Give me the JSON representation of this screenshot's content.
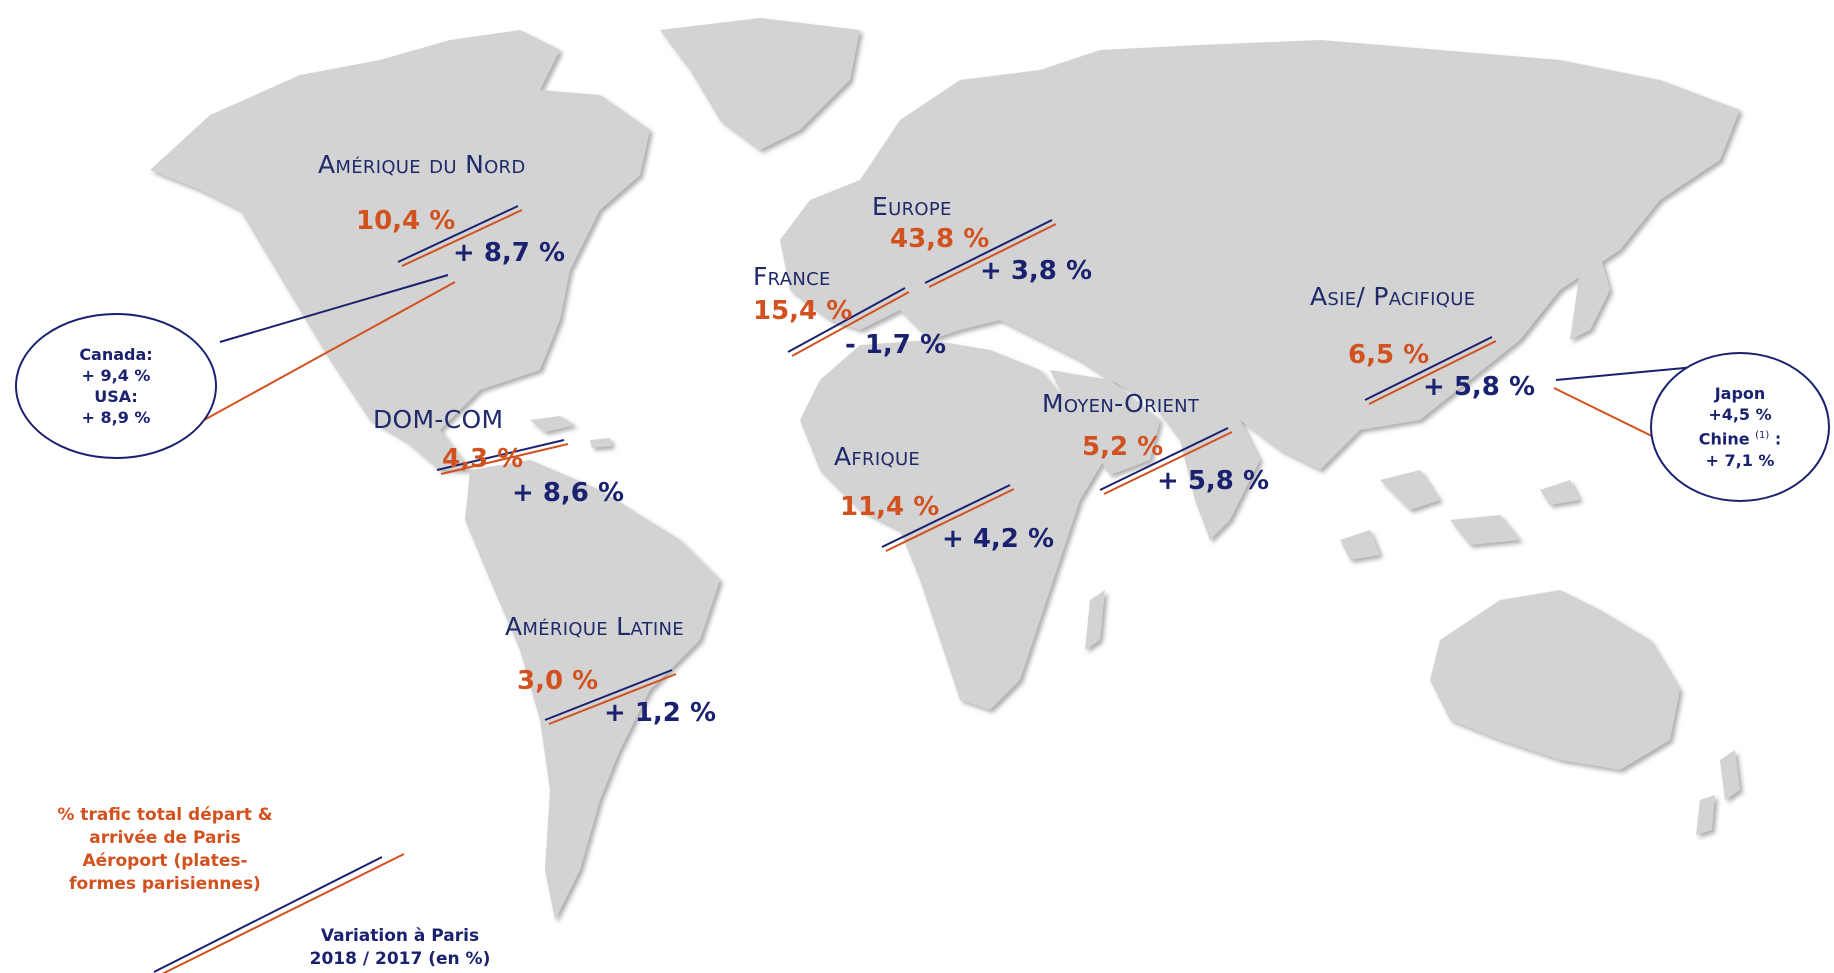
{
  "colors": {
    "share": "#d2521f",
    "variation": "#1a2270",
    "land": "#d3d3d3",
    "land_shadow": "#b9b9b9"
  },
  "regions": {
    "amerique_du_nord": {
      "name": "Amérique du Nord",
      "share": "10,4 %",
      "variation": "+ 8,7 %"
    },
    "europe": {
      "name": "Europe",
      "share": "43,8 %",
      "variation": "+ 3,8 %"
    },
    "france": {
      "name": "France",
      "share": "15,4 %",
      "variation": "- 1,7 %"
    },
    "asie_pacifique": {
      "name": "Asie/ Pacifique",
      "share": "6,5 %",
      "variation": "+ 5,8 %"
    },
    "dom_com": {
      "name": "DOM-COM",
      "share": "4,3 %",
      "variation": "+ 8,6 %"
    },
    "moyen_orient": {
      "name": "Moyen-Orient",
      "share": "5,2 %",
      "variation": "+ 5,8 %"
    },
    "afrique": {
      "name": "Afrique",
      "share": "11,4 %",
      "variation": "+ 4,2 %"
    },
    "amerique_latine": {
      "name": "Amérique Latine",
      "share": "3,0 %",
      "variation": "+ 1,2 %"
    }
  },
  "callouts": {
    "north_america": {
      "line1": "Canada:",
      "line2": "+ 9,4 %",
      "line3": "USA:",
      "line4": "+ 8,9 %"
    },
    "asia": {
      "line1": "Japon",
      "line2": "+4,5 %",
      "line3_label": "Chine",
      "line3_note": "(1)",
      "line3_colon": " :",
      "line4": "+ 7,1 %"
    }
  },
  "legend": {
    "share_line1": "% trafic total départ &",
    "share_line2": "arrivée de Paris",
    "share_line3": "Aéroport (plates-",
    "share_line4": "formes parisiennes)",
    "variation_line1": "Variation à Paris",
    "variation_line2": "2018 / 2017 (en %)"
  }
}
